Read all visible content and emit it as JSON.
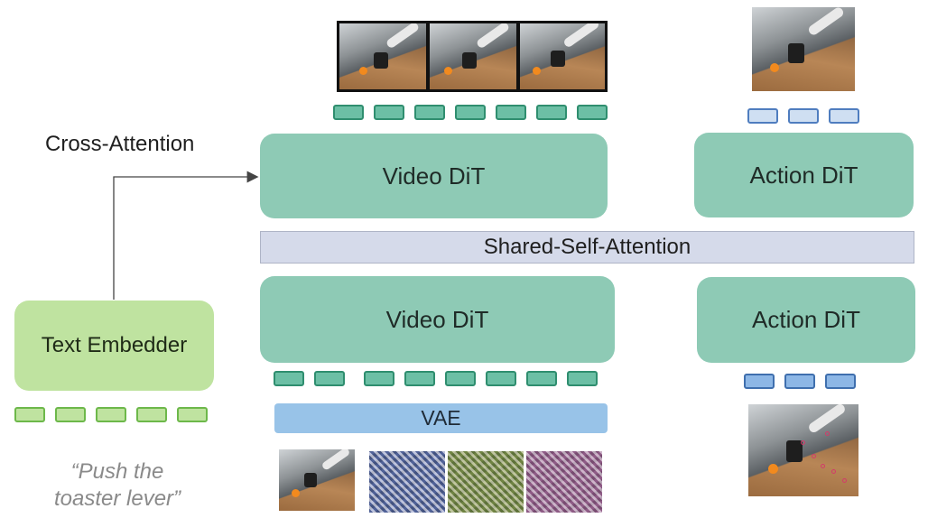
{
  "labels": {
    "cross_attention": "Cross-Attention",
    "video_dit_top": "Video DiT",
    "action_dit_top": "Action DiT",
    "shared_self_attention": "Shared-Self-Attention",
    "video_dit_bottom": "Video DiT",
    "action_dit_bottom": "Action DiT",
    "text_embedder": "Text Embedder",
    "vae": "VAE",
    "prompt_line1": "“Push the",
    "prompt_line2": "toaster lever”"
  },
  "tokens": {
    "video_output_count": 7,
    "action_output_count": 3,
    "video_input_count": 8,
    "action_input_count": 3,
    "text_count": 5
  },
  "colors": {
    "dit_block": "#8ecab5",
    "embedder_block": "#bfe3a0",
    "shared_attention_bar": "#d5daea",
    "vae_bar": "#98c3e8"
  }
}
